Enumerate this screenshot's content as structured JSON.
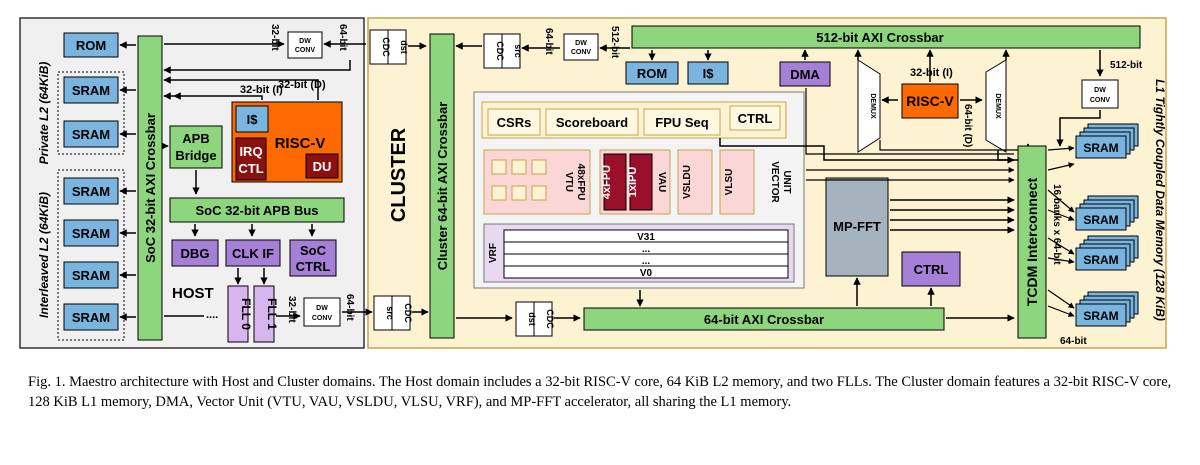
{
  "host": {
    "rom": "ROM",
    "sram": [
      "SRAM",
      "SRAM",
      "SRAM",
      "SRAM",
      "SRAM",
      "SRAM"
    ],
    "private_l2": "Private L2 (64KiB)",
    "interleaved_l2": "Interleaved L2 (64KiB)",
    "soc_crossbar": "SoC 32-bit AXI Crossbar",
    "apb_bridge_1": "APB",
    "apb_bridge_2": "Bridge",
    "apb_bus": "SoC 32-bit APB Bus",
    "dbg": "DBG",
    "clk_if": "CLK IF",
    "soc_ctrl_1": "SoC",
    "soc_ctrl_2": "CTRL",
    "riscv": "RISC-V",
    "icache": "I$",
    "irq_1": "IRQ",
    "irq_2": "CTL",
    "du": "DU",
    "label_i": "32-bit (I)",
    "label_d": "32-bit (D)",
    "fll0": "FLL 0",
    "fll1": "FLL 1",
    "host_label": "HOST",
    "dots": "....",
    "bit32_top": "32-bit",
    "bit32_bottom": "32-bit",
    "bit64_top": "64-bit",
    "bit64_bottom": "64-bit",
    "dwconv_1": "DW",
    "dwconv_2": "CONV"
  },
  "cdc": {
    "cdc": "CDC",
    "dst": "dst",
    "src": "src"
  },
  "cluster": {
    "title": "CLUSTER",
    "crossbar64_v": "Cluster 64-bit AXI Crossbar",
    "crossbar512": "512-bit AXI Crossbar",
    "crossbar64_h": "64-bit AXI Crossbar",
    "bit64_a": "64-bit",
    "bit512_a": "512-bit",
    "bit512_b": "512-bit",
    "bit64_c": "64-bit",
    "rom": "ROM",
    "icache": "I$",
    "dma": "DMA",
    "demux": "DEMUX",
    "riscv": "RISC-V",
    "label_i": "32-bit (I)",
    "label_d": "64-bit (D)",
    "csrs": "CSRs",
    "scoreboard": "Scoreboard",
    "fpu_seq": "FPU Seq",
    "ctrl": "CTRL",
    "vtu_1": "VTU",
    "vtu_2": "48xFPU",
    "fpu4": "4xFPU",
    "ipu1": "1xIPU",
    "vau": "VAU",
    "vsldu": "VSLDU",
    "vlsu": "VLSU",
    "vector_unit_1": "VECTOR",
    "vector_unit_2": "UNIT",
    "vrf": "VRF",
    "v31": "V31",
    "vdots1": "...",
    "vdots2": "...",
    "v0": "V0",
    "mpfft": "MP-FFT",
    "ctrl2": "CTRL",
    "tcdm": "TCDM Interconnect",
    "banks": "16 banks x 64-bit",
    "sram": [
      "SRAM",
      "SRAM",
      "SRAM",
      "SRAM"
    ],
    "l1": "L1 Tightly Coupled Data Memory (128 KiB)",
    "dwconv_1": "DW",
    "dwconv_2": "CONV"
  },
  "caption": "Fig. 1.  Maestro architecture with Host and Cluster domains. The Host domain includes a 32-bit RISC-V core, 64 KiB L2 memory, and two FLLs. The Cluster domain features a 32-bit RISC-V core, 128 KiB L1 memory, DMA, Vector Unit (VTU, VAU, VSLDU, VLSU, VRF), and MP-FFT accelerator, all sharing the L1 memory."
}
